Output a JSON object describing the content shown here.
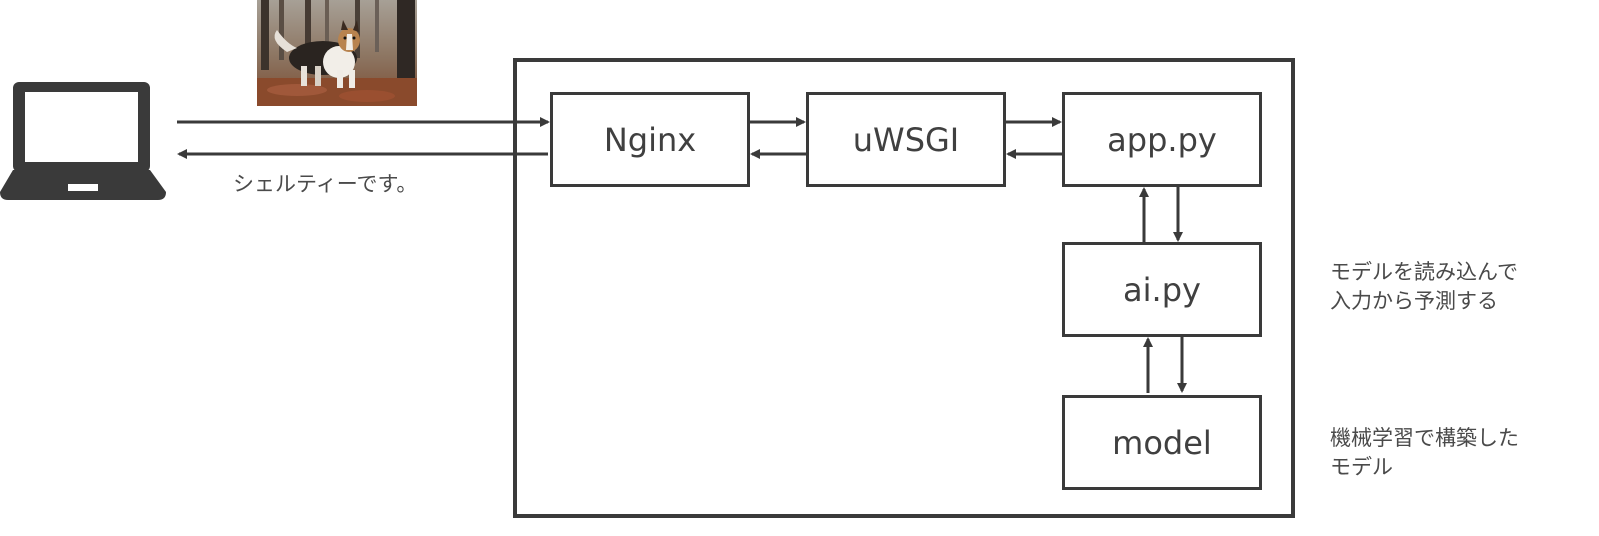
{
  "components": {
    "nginx": "Nginx",
    "uwsgi": "uWSGI",
    "app": "app.py",
    "ai": "ai.py",
    "model": "model"
  },
  "annotations": {
    "response": "シェルティーです。",
    "ai": "モデルを読み込んで\n入力から予測する",
    "model": "機械学習で構築した\nモデル"
  },
  "icons": {
    "client": "laptop-icon",
    "input_image": "sheltie-dog-photo"
  },
  "colors": {
    "stroke": "#3a3a3a",
    "text": "#404040",
    "background": "#ffffff"
  }
}
